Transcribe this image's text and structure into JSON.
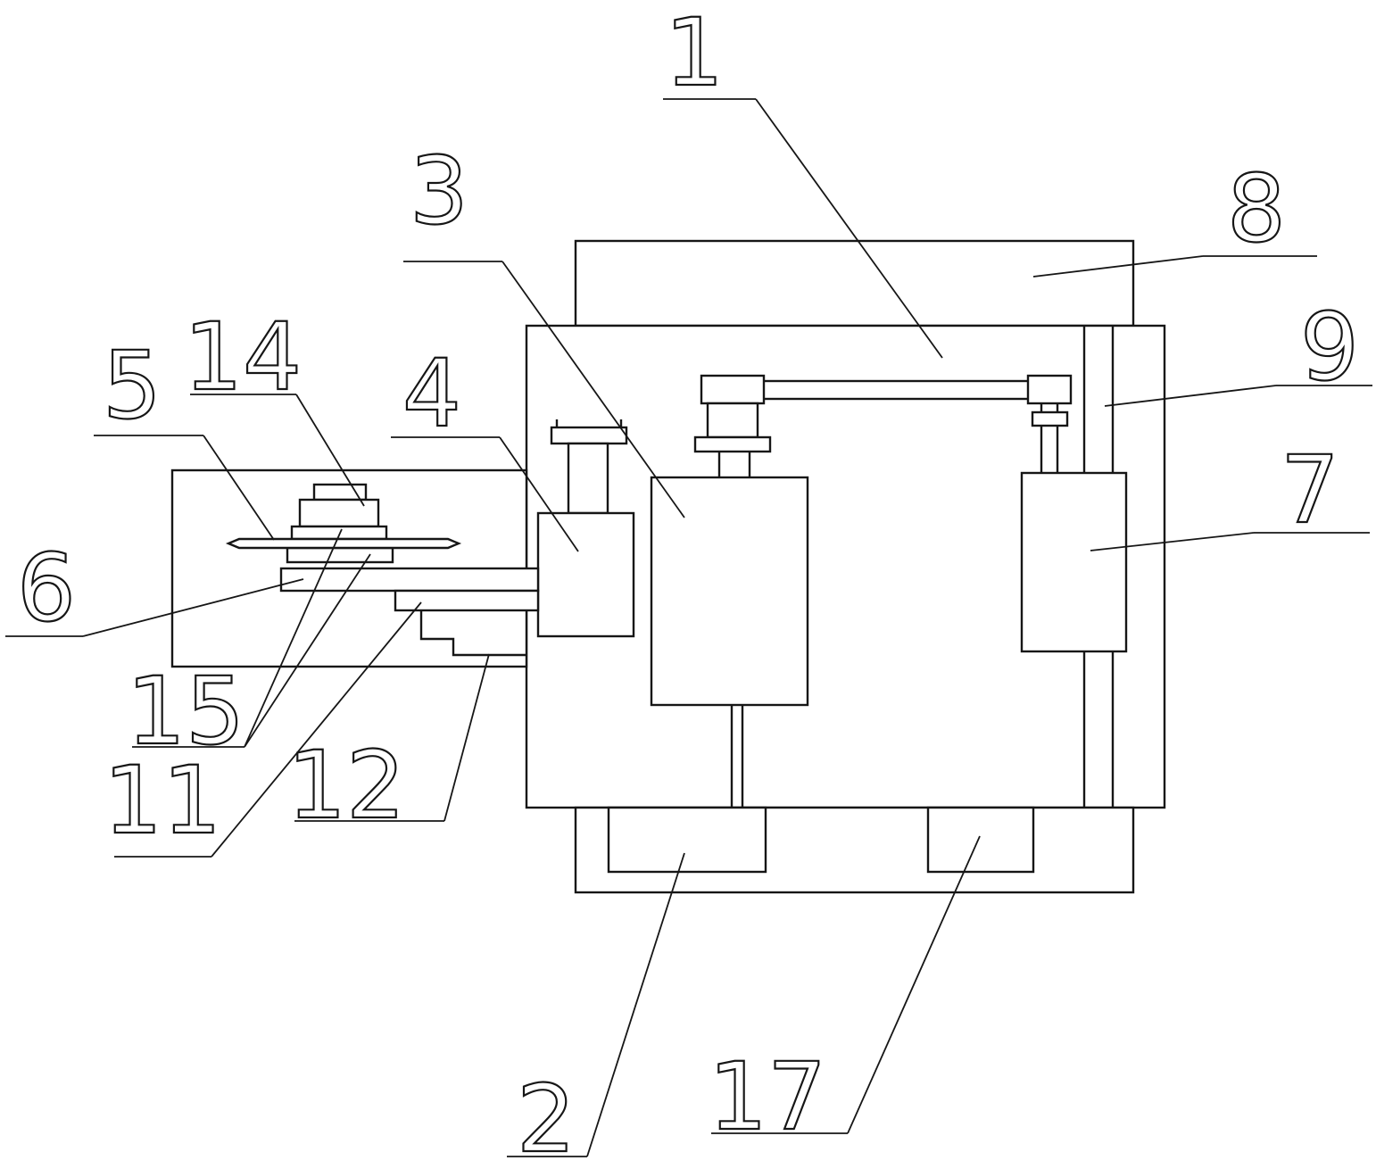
{
  "figure": {
    "background_color": "#ffffff",
    "line_color": "#161616"
  },
  "callouts": [
    {
      "text": "1"
    },
    {
      "text": "2"
    },
    {
      "text": "3"
    },
    {
      "text": "4"
    },
    {
      "text": "5"
    },
    {
      "text": "6"
    },
    {
      "text": "7"
    },
    {
      "text": "8"
    },
    {
      "text": "9"
    },
    {
      "text": "11"
    },
    {
      "text": "12"
    },
    {
      "text": "14"
    },
    {
      "text": "15"
    },
    {
      "text": "17"
    }
  ]
}
